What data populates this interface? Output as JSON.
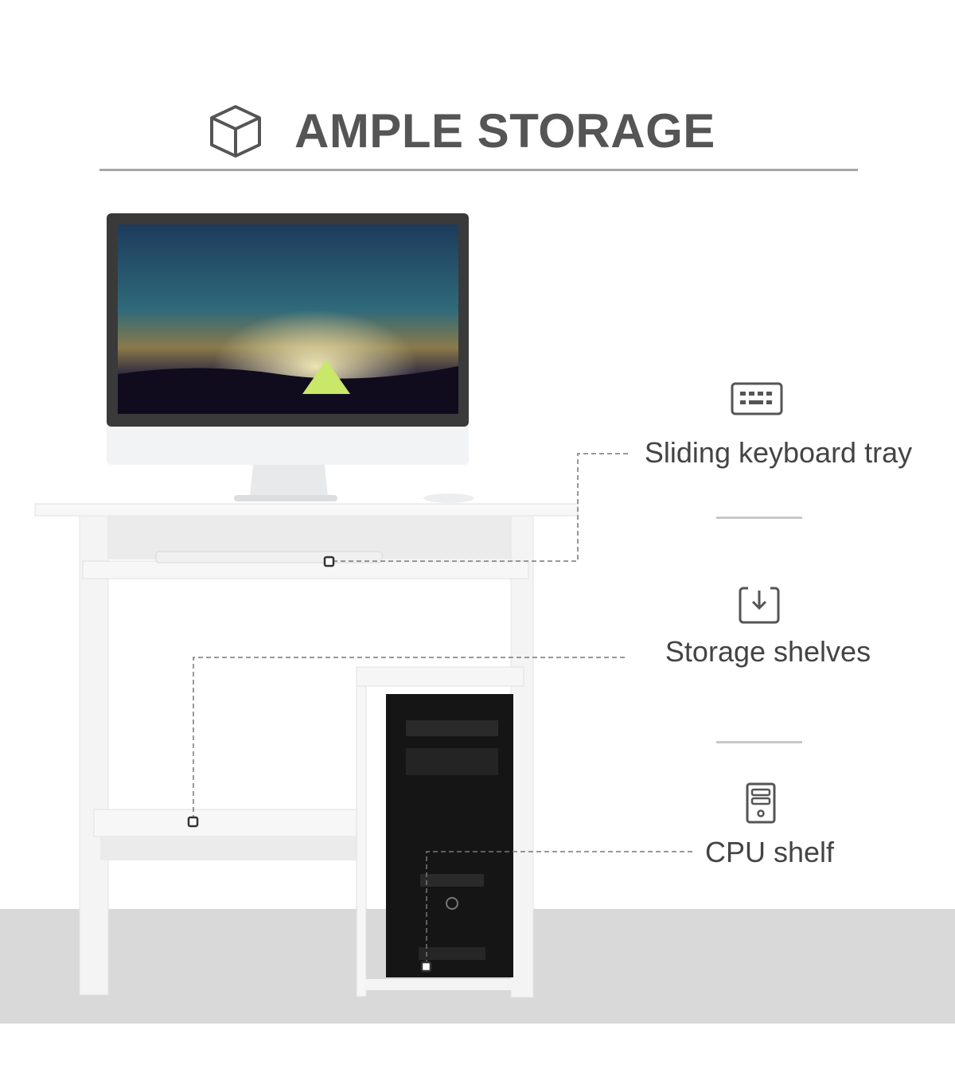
{
  "heading": {
    "title": "AMPLE STORAGE",
    "icon": "cube-icon"
  },
  "features": [
    {
      "label": "Sliding keyboard tray",
      "icon": "keyboard-icon"
    },
    {
      "label": "Storage shelves",
      "icon": "tray-download-icon"
    },
    {
      "label": "CPU shelf",
      "icon": "computer-tower-icon"
    }
  ],
  "colors": {
    "text": "#4a4a4a",
    "rule": "#a6a6a6",
    "floor": "#d9d9d9"
  }
}
